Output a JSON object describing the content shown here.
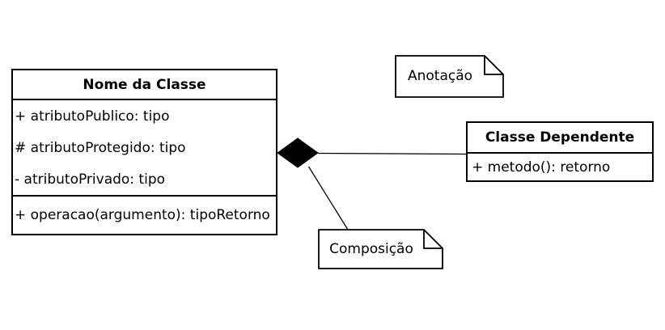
{
  "main_class": {
    "title": "Nome da Classe",
    "attributes": [
      "+ atributoPublico: tipo",
      "# atributoProtegido: tipo",
      "- atributoPrivado: tipo"
    ],
    "operations": [
      "+ operacao(argumento): tipoRetorno"
    ]
  },
  "dependent_class": {
    "title": "Classe Dependente",
    "operations": [
      "+ metodo(): retorno"
    ]
  },
  "notes": {
    "annotation": {
      "label": "Anotação"
    },
    "composition": {
      "label": "Composição"
    }
  },
  "relationship": {
    "type": "composition",
    "marker": "filled-diamond"
  },
  "colors": {
    "background": "#ffffff",
    "shape_fill": "#ffffff",
    "stroke": "#000000",
    "text": "#000000",
    "diamond_fill": "#000000"
  }
}
